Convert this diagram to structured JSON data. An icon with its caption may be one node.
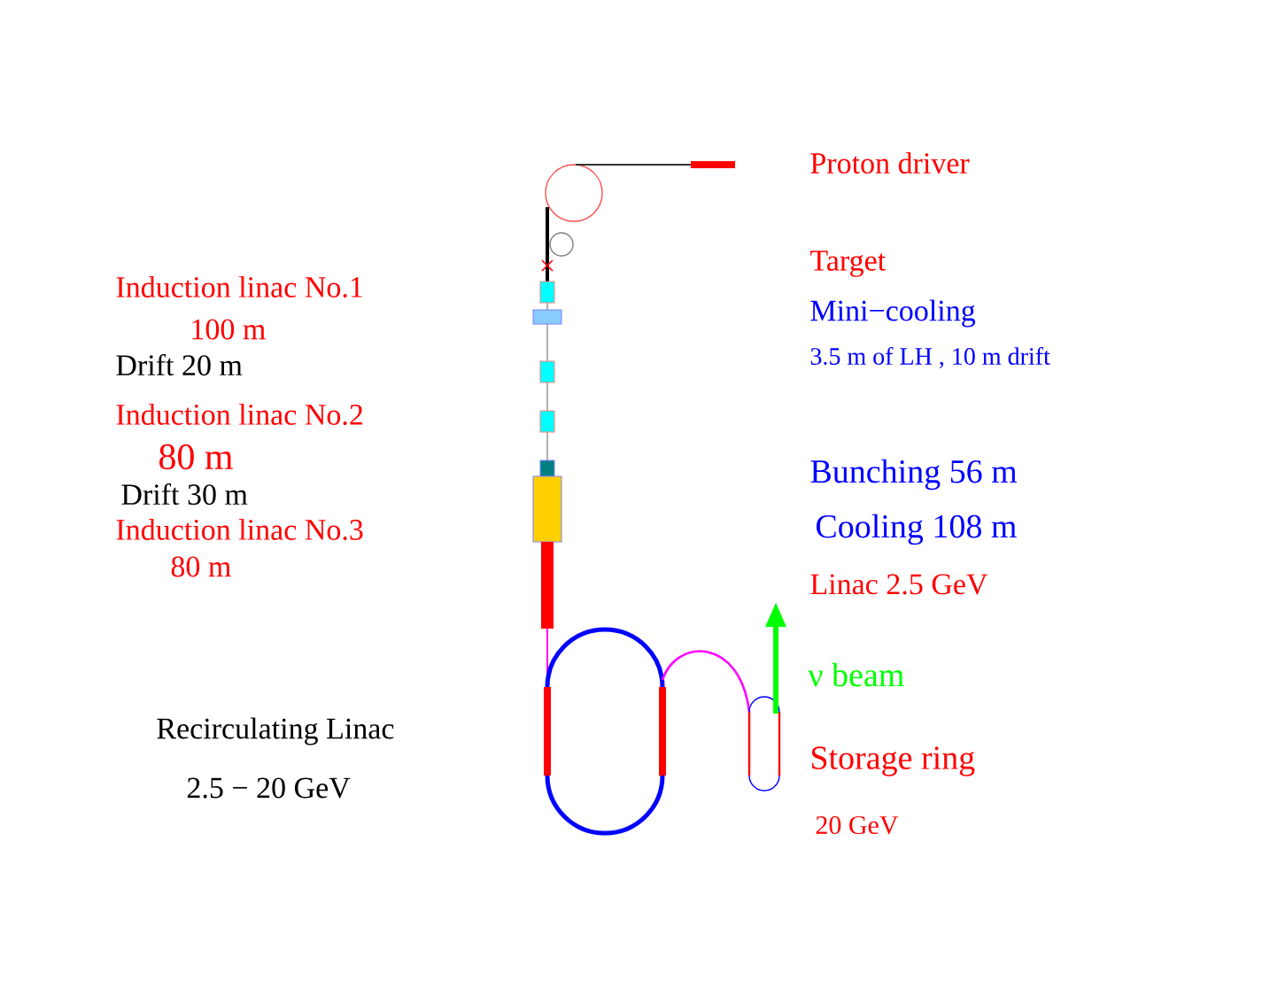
{
  "diagram": {
    "labels": [
      "Proton driver",
      "Target",
      "Induction linac No.1",
      "Mini−cooling",
      "100 m",
      "3.5 m of LH , 10 m drift",
      "Drift  20 m",
      "Induction linac No.2",
      "80 m",
      "Bunching  56 m",
      "Drift 30 m",
      "Cooling  108 m",
      "Induction linac No.3",
      "80 m",
      "Linac  2.5 GeV",
      "ν beam",
      "Recirculating Linac",
      "Storage ring",
      "2.5 − 20 GeV",
      "20 GeV"
    ]
  }
}
